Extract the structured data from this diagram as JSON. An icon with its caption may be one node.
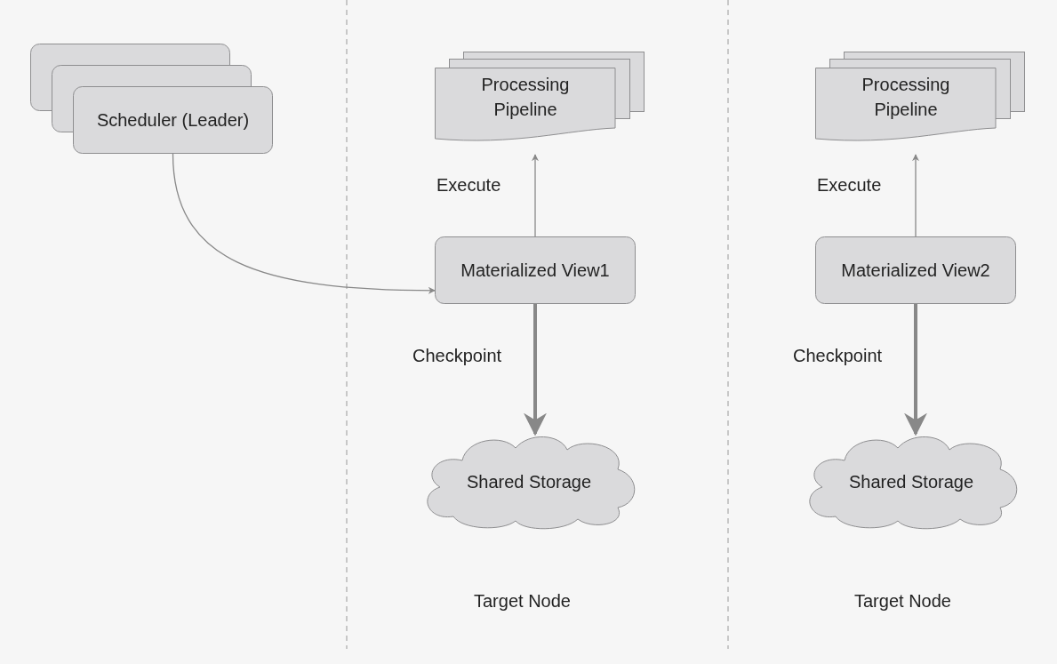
{
  "diagram": {
    "nodes": [
      {
        "text": [
          "Scheduler (Leader)"
        ]
      },
      {
        "text": [
          "Processing Pipeline"
        ]
      },
      {
        "text": [
          "Materialized View1"
        ]
      },
      {
        "text": [
          "Shared Storage"
        ]
      },
      {
        "text": [
          "Processing Pipeline"
        ]
      },
      {
        "text": [
          "Materialized View2"
        ]
      },
      {
        "text": [
          "Shared Storage"
        ]
      }
    ],
    "edges": [
      {
        "from": 0,
        "to": 2,
        "arrow": "to"
      },
      {
        "from": 2,
        "to": 1,
        "arrow": "to",
        "label": "Execute"
      },
      {
        "from": 2,
        "to": 3,
        "arrow": "to",
        "label": "Checkpoint",
        "style": "thick"
      },
      {
        "from": 5,
        "to": 4,
        "arrow": "to",
        "label": "Execute"
      },
      {
        "from": 5,
        "to": 6,
        "arrow": "to",
        "label": "Checkpoint",
        "style": "thick"
      }
    ],
    "labels": [
      "Target Node",
      "Target Node"
    ]
  }
}
